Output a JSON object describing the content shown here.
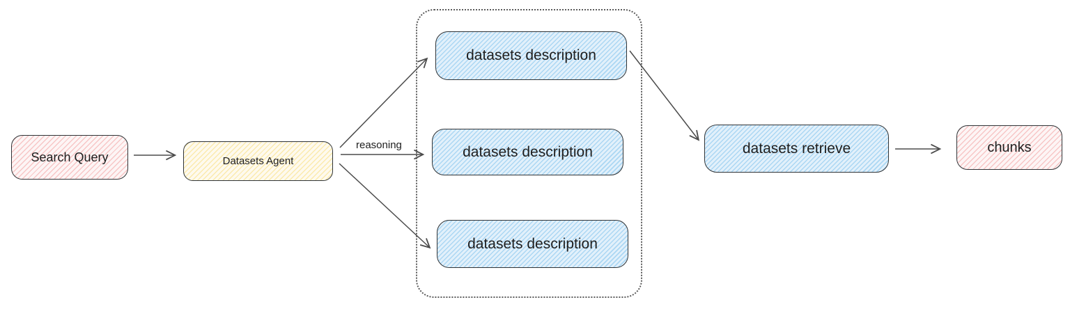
{
  "diagram": {
    "nodes": {
      "search_query": {
        "label": "Search Query",
        "fill": "#ffc9c9"
      },
      "datasets_agent": {
        "label": "Datasets Agent",
        "fill": "#ffec99"
      },
      "datasets_description_1": {
        "label": "datasets description",
        "fill": "#a5d8ff"
      },
      "datasets_description_2": {
        "label": "datasets description",
        "fill": "#a5d8ff"
      },
      "datasets_description_3": {
        "label": "datasets description",
        "fill": "#a5d8ff"
      },
      "datasets_retrieve": {
        "label": "datasets retrieve",
        "fill": "#a5d8ff"
      },
      "chunks": {
        "label": "chunks",
        "fill": "#ffc9c9"
      }
    },
    "edges": [
      {
        "from": "search_query",
        "to": "datasets_agent",
        "label": ""
      },
      {
        "from": "datasets_agent",
        "to": "datasets_description_1",
        "label": ""
      },
      {
        "from": "datasets_agent",
        "to": "datasets_description_2",
        "label": "reasoning"
      },
      {
        "from": "datasets_agent",
        "to": "datasets_description_3",
        "label": ""
      },
      {
        "from": "datasets_description_1",
        "to": "datasets_retrieve",
        "label": ""
      },
      {
        "from": "datasets_retrieve",
        "to": "chunks",
        "label": ""
      }
    ],
    "colors": {
      "background": "#ffffff",
      "node_border": "#2f3336",
      "arrow": "#4b4b4b",
      "container_border": "#5a5a5a",
      "text": "#1e1e1e"
    }
  }
}
